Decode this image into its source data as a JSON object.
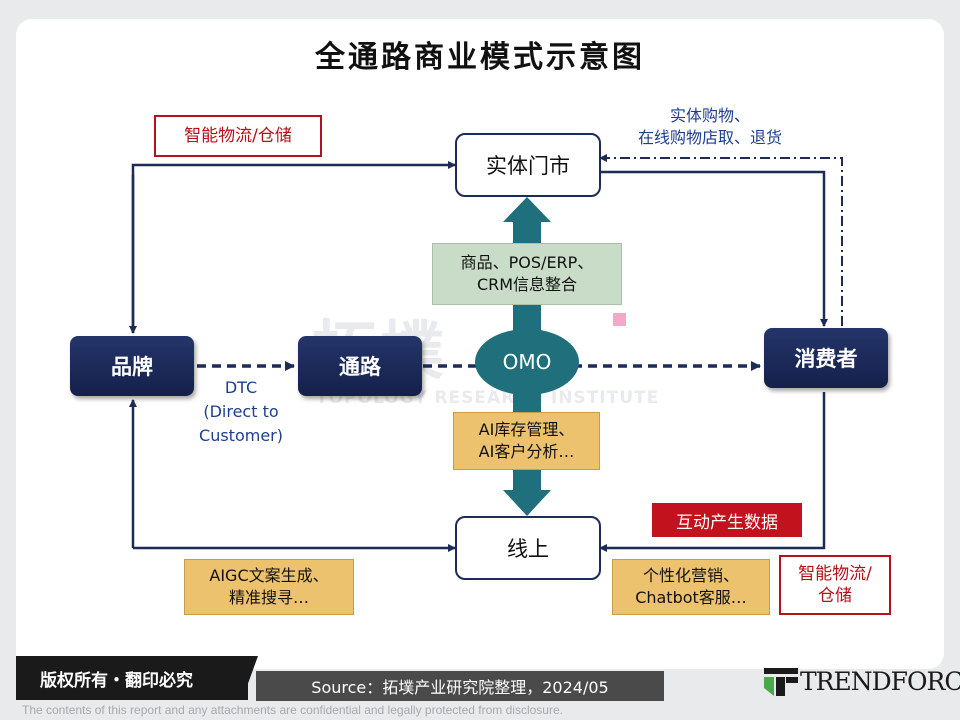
{
  "title": "全通路商业模式示意图",
  "nodes": {
    "brand": "品牌",
    "channel": "通路",
    "consumer": "消费者",
    "physical_store": "实体门市",
    "online": "线上",
    "omo": "OMO"
  },
  "labels": {
    "logistics_top": "智能物流/仓储",
    "logistics_bottom_line1": "智能物流/",
    "logistics_bottom_line2": "仓储",
    "shopping_line1": "实体购物、",
    "shopping_line2": "在线购物店取、退货",
    "dtc_line1": "DTC",
    "dtc_line2": "(Direct to",
    "dtc_line3": "Customer)",
    "integration_line1": "商品、POS/ERP、",
    "integration_line2": "CRM信息整合",
    "ai_line1": "AI库存管理、",
    "ai_line2": "AI客户分析…",
    "aigc_line1": "AIGC文案生成、",
    "aigc_line2": "精准搜寻…",
    "personal_line1": "个性化营销、",
    "personal_line2": "Chatbot客服…",
    "interaction_data": "互动产生数据"
  },
  "watermark": {
    "cn": "拓墣",
    "en": "TOPOLOGY RESEARCH INSTITUTE"
  },
  "footer": {
    "copyright": "版权所有・翻印必究",
    "source": "Source：拓墣产业研究院整理，2024/05",
    "disclaimer": "The contents of this report and any attachments are confidential and legally protected from disclosure.",
    "logo": "TRENDFORCE"
  },
  "colors": {
    "navy": "#1d2b57",
    "red": "#c1121d",
    "tan": "#ecc26f",
    "green": "#c8dcc8",
    "teal_arrow": "#1f6f7c",
    "link_blue": "#1e3f8f"
  }
}
